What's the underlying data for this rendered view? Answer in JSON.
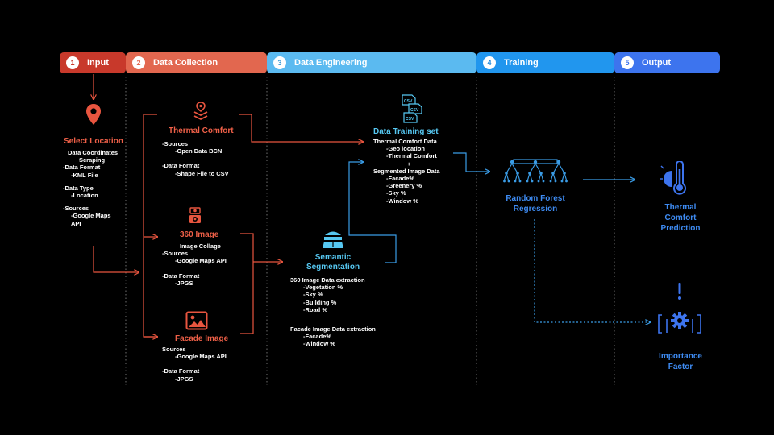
{
  "stages": [
    {
      "num": "1",
      "label": "Input"
    },
    {
      "num": "2",
      "label": "Data Collection"
    },
    {
      "num": "3",
      "label": "Data Engineering"
    },
    {
      "num": "4",
      "label": "Training"
    },
    {
      "num": "5",
      "label": "Output"
    }
  ],
  "input": {
    "title": "Select Location",
    "lines": [
      "Data Coordinates",
      "Scraping",
      "-Data Format",
      "-KML File",
      "-Data Type",
      "-Location",
      "-Sources",
      "-Google Maps",
      "API"
    ]
  },
  "thermal": {
    "title": "Thermal Comfort",
    "lines": [
      "-Sources",
      "-Open Data BCN",
      "-Data Format",
      "-Shape File to CSV"
    ]
  },
  "image360": {
    "title": "360 Image",
    "lines": [
      "Image Collage",
      "-Sources",
      "-Google Maps API",
      "-Data Format",
      "-JPGS"
    ]
  },
  "facade": {
    "title": "Facade Image",
    "lines": [
      "Sources",
      "-Google Maps API",
      "-Data Format",
      "-JPGS"
    ]
  },
  "training_set": {
    "title": "Data Training set",
    "lines": [
      "Thermal Comfort Data",
      "-Geo location",
      "-Thermal Comfort",
      "+",
      "Segmented Image Data",
      "-Facade%",
      "-Greenery %",
      "-Sky %",
      "-Window %"
    ],
    "csv_label": "CSV"
  },
  "segmentation": {
    "title_1": "Semantic",
    "title_2": "Segmentation",
    "lines": [
      "360 Image Data extraction",
      "-Vegetation %",
      "-Sky %",
      "-Building %",
      "-Road %",
      "Facade Image Data extraction",
      "-Facade%",
      "-Window %"
    ]
  },
  "model": {
    "title_1": "Random Forest",
    "title_2": "Regression"
  },
  "output_prediction": {
    "title_1": "Thermal",
    "title_2": "Comfort",
    "title_3": "Prediction"
  },
  "output_importance": {
    "title_1": "Importance",
    "title_2": "Factor"
  },
  "colors": {
    "input": "#c8392b",
    "collection": "#e2674f",
    "engineering": "#5bbaf0",
    "training": "#2196ee",
    "output": "#3d74ee",
    "wire_red": "#e8553f",
    "wire_blue": "#3a9ce6"
  }
}
